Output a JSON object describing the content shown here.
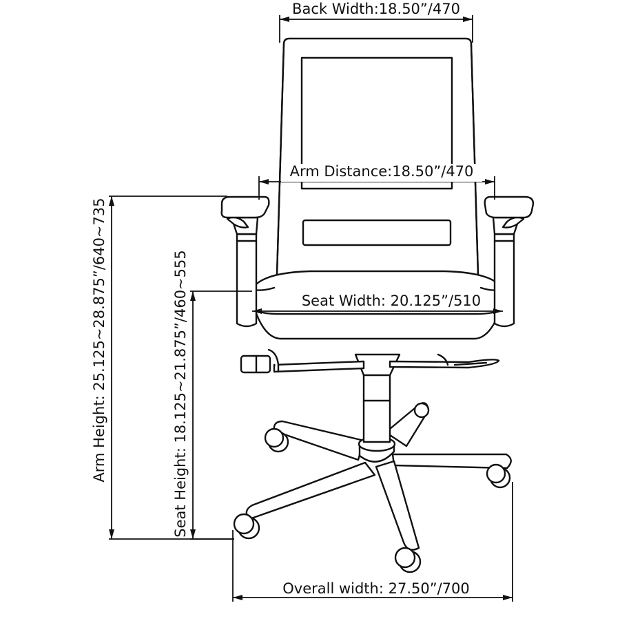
{
  "labels": {
    "back_width": "Back Width:18.50”/470",
    "arm_distance": "Arm Distance:18.50”/470",
    "seat_width": "Seat Width: 20.125”/510",
    "arm_height": "Arm Height: 25.125~28.875”/640~735",
    "seat_height": "Seat Height: 18.125~21.875”/460~555",
    "overall_width": "Overall width: 27.50”/700"
  }
}
